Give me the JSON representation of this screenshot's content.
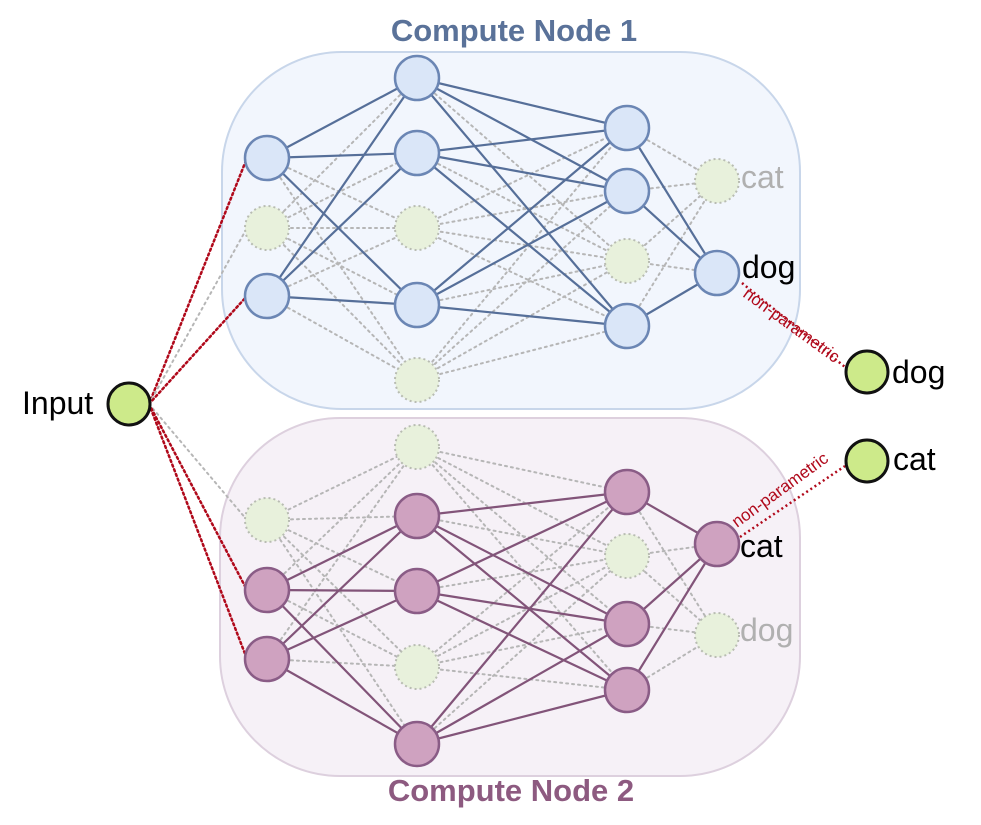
{
  "colors": {
    "node1_fill": "#dae6f8",
    "node1_stroke": "#6b86b4",
    "node1_edge": "#566f99",
    "node1_bg": "#f2f6fd",
    "node1_bg_stroke": "#c8d6ea",
    "node1_title": "#5a7299",
    "node2_fill": "#cfa2c0",
    "node2_stroke": "#8a5c86",
    "node2_edge": "#825479",
    "node2_bg": "#f6f1f7",
    "node2_bg_stroke": "#ddd0de",
    "node2_title": "#8d5a80",
    "inactive_fill": "#e8f1dc",
    "inactive_stroke": "#b8bcb2",
    "inactive_edge": "#b6b6b6",
    "io_fill": "#cdea8a",
    "io_stroke": "#111111",
    "link": "#b0091b",
    "faded_text": "#b0b0b0"
  },
  "compute_node_1": {
    "title": "Compute Node 1"
  },
  "compute_node_2": {
    "title": "Compute Node 2"
  },
  "input": {
    "label": "Input"
  },
  "node1_outputs": {
    "active": "dog",
    "inactive": "cat"
  },
  "node2_outputs": {
    "active": "cat",
    "inactive": "dog"
  },
  "final_outputs": {
    "top": "dog",
    "bottom": "cat"
  },
  "link_label": "non-parametric"
}
